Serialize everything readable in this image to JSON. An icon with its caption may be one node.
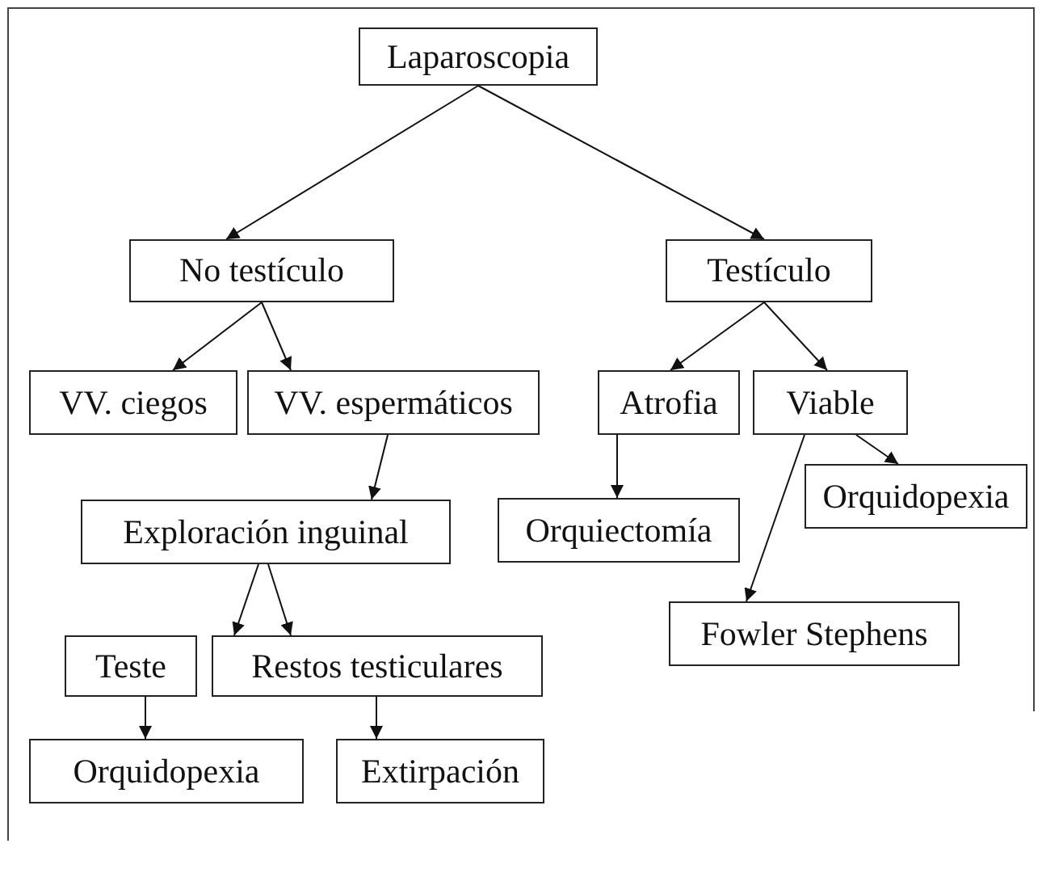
{
  "diagram": {
    "nodes": [
      {
        "text": [
          "Laparoscopia"
        ]
      },
      {
        "text": [
          "No testículo"
        ]
      },
      {
        "text": [
          "Testículo"
        ]
      },
      {
        "text": [
          "VV. ciegos"
        ]
      },
      {
        "text": [
          "VV. espermáticos"
        ]
      },
      {
        "text": [
          "Atrofia"
        ]
      },
      {
        "text": [
          "Viable"
        ]
      },
      {
        "text": [
          "Exploración inguinal"
        ]
      },
      {
        "text": [
          "Orquiectomía"
        ]
      },
      {
        "text": [
          "Orquidopexia"
        ]
      },
      {
        "text": [
          "Fowler Stephens"
        ]
      },
      {
        "text": [
          "Teste"
        ]
      },
      {
        "text": [
          "Restos testiculares"
        ]
      },
      {
        "text": [
          "Orquidopexia"
        ]
      },
      {
        "text": [
          "Extirpación"
        ]
      }
    ],
    "edges": [
      {
        "from": 0,
        "to": 1,
        "arrow": "to"
      },
      {
        "from": 0,
        "to": 2,
        "arrow": "to"
      },
      {
        "from": 1,
        "to": 3,
        "arrow": "to"
      },
      {
        "from": 1,
        "to": 4,
        "arrow": "to"
      },
      {
        "from": 2,
        "to": 5,
        "arrow": "to"
      },
      {
        "from": 2,
        "to": 6,
        "arrow": "to"
      },
      {
        "from": 4,
        "to": 7,
        "arrow": "to"
      },
      {
        "from": 5,
        "to": 8,
        "arrow": "to"
      },
      {
        "from": 6,
        "to": 9,
        "arrow": "to"
      },
      {
        "from": 6,
        "to": 10,
        "arrow": "to"
      },
      {
        "from": 7,
        "to": 11,
        "arrow": "to"
      },
      {
        "from": 7,
        "to": 12,
        "arrow": "to"
      },
      {
        "from": 11,
        "to": 13,
        "arrow": "to"
      },
      {
        "from": 12,
        "to": 14,
        "arrow": "to"
      }
    ]
  }
}
